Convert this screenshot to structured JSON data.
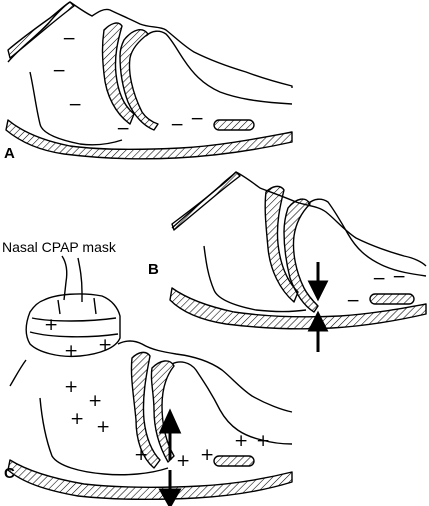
{
  "panels": {
    "a": {
      "letter": "A"
    },
    "b": {
      "letter": "B"
    },
    "c": {
      "letter": "C"
    }
  },
  "labels": {
    "mask": "Nasal CPAP mask"
  },
  "symbols": {
    "negative": "−",
    "positive": "+"
  },
  "colors": {
    "ink": "#000000",
    "background": "#ffffff"
  }
}
